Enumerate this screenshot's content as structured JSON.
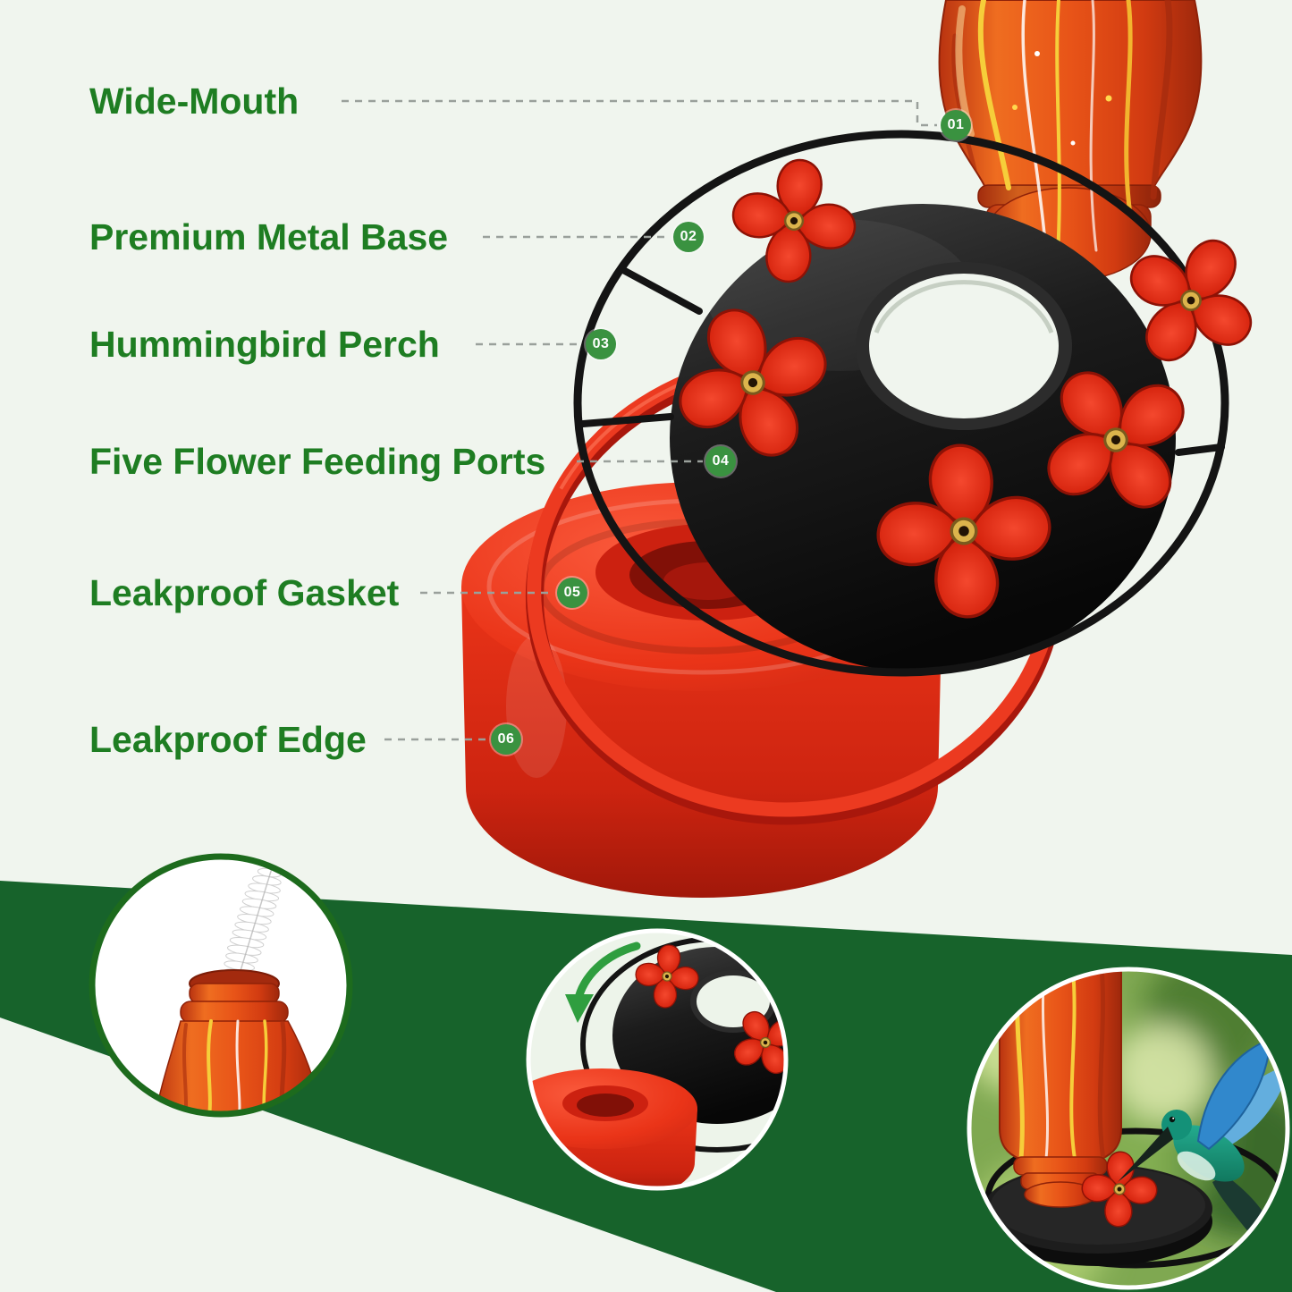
{
  "callouts": {
    "items": [
      {
        "label": "Wide-Mouth",
        "num": "01"
      },
      {
        "label": "Premium Metal Base",
        "num": "02"
      },
      {
        "label": "Hummingbird Perch",
        "num": "03"
      },
      {
        "label": "Five Flower Feeding Ports",
        "num": "04"
      },
      {
        "label": "Leakproof Gasket",
        "num": "05"
      },
      {
        "label": "Leakproof Edge",
        "num": "06"
      }
    ]
  },
  "colors": {
    "label_green": "#1e7d22",
    "badge_green": "#3a9240",
    "band_green": "#17632b",
    "plastic_red": "#e8341c",
    "flower_red": "#d7250f",
    "glass_orange": "#e85418",
    "metal_black": "#1b1b1b",
    "leader_gray": "#9aa09b",
    "background": "#f0f5ee"
  },
  "icons": {
    "feeding_port": "four-petal-flower-icon",
    "cleaning_brush": "bottle-brush-icon",
    "hummingbird": "hummingbird-icon",
    "assembly_arrow": "curved-arrow-icon"
  }
}
